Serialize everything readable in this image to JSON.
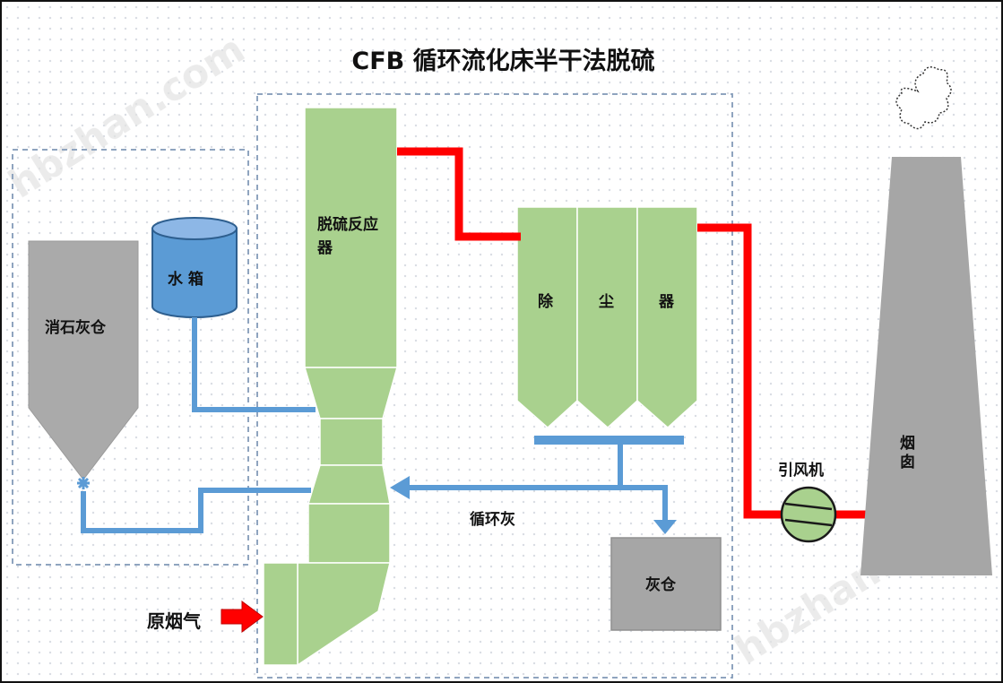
{
  "title": "CFB 循环流化床半干法脱硫",
  "labels": {
    "lime_silo": "消石灰仓",
    "water_tank": "水 箱",
    "reactor": "脱硫反应器",
    "dust_collector_1": "除",
    "dust_collector_2": "尘",
    "dust_collector_3": "器",
    "fan": "引风机",
    "chimney": "烟囱",
    "ash_silo": "灰仓",
    "recycle_ash": "循环灰",
    "raw_flue_gas": "原烟气"
  },
  "watermark": "hbzhan.com",
  "colors": {
    "reactor_green": "#a8d08d",
    "water_blue": "#5b9bd5",
    "flue_red": "#ff0000",
    "silo_gray": "#aaaaaa",
    "chimney_gray": "#a6a6a6",
    "frame_dash": "#8fa4bf"
  }
}
